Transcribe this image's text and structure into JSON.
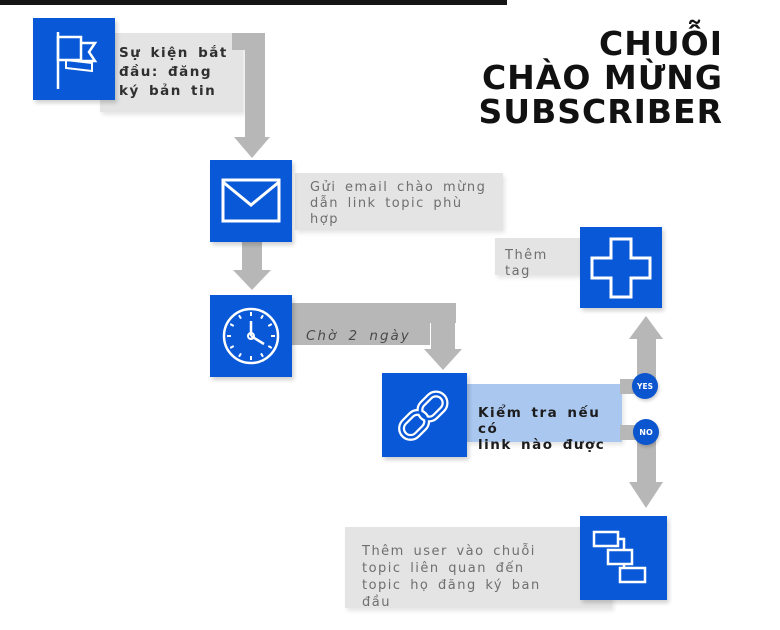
{
  "header": {
    "title": "CHUỖI\nCHÀO MỪNG\nSUBSCRIBER"
  },
  "colors": {
    "primary_blue": "#0958d8",
    "badge_blue": "#0b55cf",
    "condition_light_blue": "#a9c7ef",
    "label_gray": "#e4e4e4",
    "arrow_gray": "#b7b7b7",
    "title_black": "#111111"
  },
  "nodes": {
    "start": {
      "icon": "flag-icon",
      "label": "Sự kiện bắt\nđầu: đăng\nký bản tin"
    },
    "email": {
      "icon": "envelope-icon",
      "label": "Gửi email chào mừng\ndẫn link topic phù\nhợp"
    },
    "wait": {
      "icon": "clock-icon",
      "label": "Chờ 2 ngày"
    },
    "check": {
      "icon": "chain-link-icon",
      "label": "Kiểm tra nếu có\nlink nào được"
    },
    "add_tag": {
      "icon": "plus-icon",
      "label": "Thêm tag"
    },
    "add_user": {
      "icon": "workflow-icon",
      "label": "Thêm user vào chuỗi\ntopic liên quan đến\ntopic họ đăng ký ban\nđầu"
    }
  },
  "badges": {
    "yes": "YES",
    "no": "NO"
  }
}
